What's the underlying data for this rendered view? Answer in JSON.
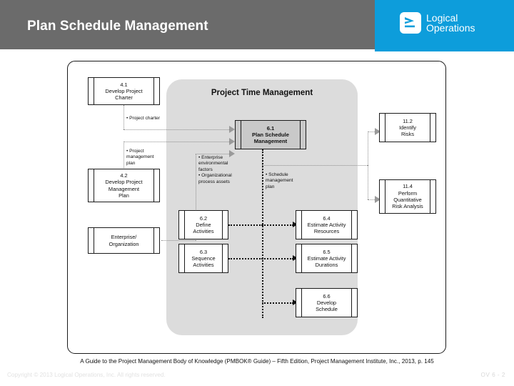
{
  "header": {
    "title": "Plan Schedule Management",
    "logo": {
      "mark_icon": "chevron-logo-icon",
      "line1": "Logical",
      "line2": "Operations",
      "bg_color": "#0d9ddb"
    },
    "bar_color": "#6b6b6b"
  },
  "diagram": {
    "panel_title": "Project Time Management",
    "panel_color": "#dcdcdc",
    "inputs": [
      {
        "id": "4.1",
        "number": "4.1",
        "name": "Develop Project\nCharter"
      },
      {
        "id": "4.2",
        "number": "4.2",
        "name": "Develop Project\nManagement\nPlan"
      },
      {
        "id": "ent",
        "number": "",
        "name": "Enterprise/\nOrganization"
      }
    ],
    "focus": {
      "number": "6.1",
      "name": "Plan Schedule\nManagement"
    },
    "processes": [
      {
        "number": "6.2",
        "name": "Define\nActivities"
      },
      {
        "number": "6.4",
        "name": "Estimate Activity\nResources"
      },
      {
        "number": "6.3",
        "name": "Sequence\nActivities"
      },
      {
        "number": "6.5",
        "name": "Estimate Activity\nDurations"
      },
      {
        "number": "6.6",
        "name": "Develop\nSchedule"
      }
    ],
    "outputs": [
      {
        "number": "11.2",
        "name": "Identify\nRisks"
      },
      {
        "number": "11.4",
        "name": "Perform\nQuantitative\nRisk Analysis"
      }
    ],
    "flow_labels": {
      "project_charter": "• Project charter",
      "project_mgmt_plan": "• Project\n   management\n   plan",
      "eef_opa": "• Enterprise\n   environmental\n   factors\n• Organizational\n   process assets",
      "schedule_mgmt_plan": "• Schedule\n   management\n   plan"
    }
  },
  "footer": {
    "citation": "A Guide to the Project Management Body of Knowledge (PMBOK® Guide) – Fifth Edition, Project Management Institute, Inc., 2013, p. 145",
    "copyright": "Copyright © 2013 Logical Operations, Inc. All rights reserved.",
    "slide_number": "OV 6 - 2"
  }
}
